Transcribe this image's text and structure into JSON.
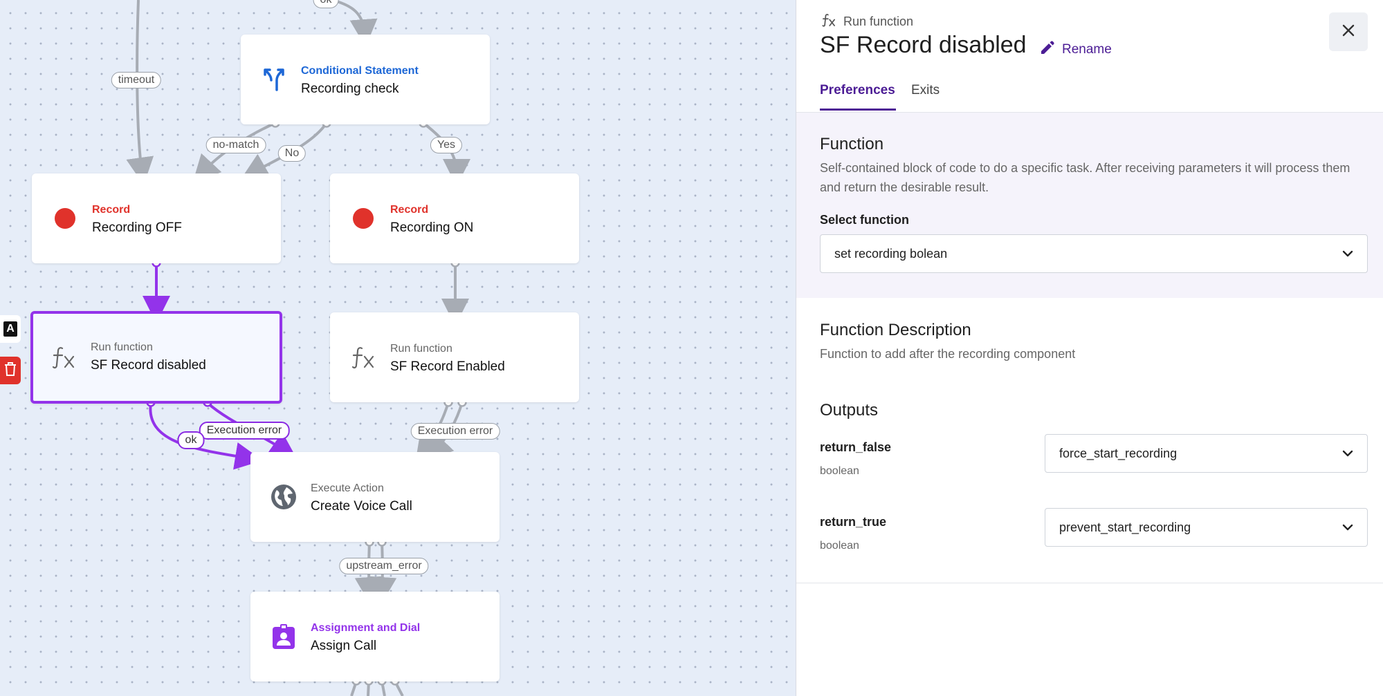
{
  "canvas": {
    "edge_labels": {
      "ok_top": "ok",
      "timeout": "timeout",
      "no_match": "no-match",
      "no": "No",
      "yes": "Yes",
      "exec_error_left": "Execution error",
      "ok_left": "ok",
      "exec_error_right": "Execution error",
      "upstream_error": "upstream_error"
    },
    "nodes": {
      "conditional": {
        "kind": "Conditional Statement",
        "title": "Recording check",
        "icon": "branch-icon"
      },
      "record_off": {
        "kind": "Record",
        "title": "Recording OFF",
        "icon": "record-dot-icon"
      },
      "record_on": {
        "kind": "Record",
        "title": "Recording ON",
        "icon": "record-dot-icon"
      },
      "run_disabled": {
        "kind": "Run function",
        "title": "SF Record disabled",
        "icon": "function-icon"
      },
      "run_enabled": {
        "kind": "Run function",
        "title": "SF Record Enabled",
        "icon": "function-icon"
      },
      "execute_action": {
        "kind": "Execute Action",
        "title": "Create Voice Call",
        "icon": "globe-icon"
      },
      "assignment": {
        "kind": "Assignment and Dial",
        "title": "Assign Call",
        "icon": "contact-badge-icon"
      }
    },
    "side_tools": {
      "text_glyph": "A"
    },
    "colors": {
      "selected": "#9333ea",
      "edge": "#a7acb4",
      "record": "#e0322b",
      "conditional": "#1d67d6"
    }
  },
  "panel": {
    "kind": "Run function",
    "title": "SF Record disabled",
    "rename_label": "Rename",
    "tabs": [
      {
        "label": "Preferences",
        "active": true
      },
      {
        "label": "Exits",
        "active": false
      }
    ],
    "function_section": {
      "heading": "Function",
      "description": "Self-contained block of code to do a specific task. After receiving parameters it will process them and return the desirable result.",
      "select_label": "Select function",
      "selected_value": "set recording bolean"
    },
    "description_section": {
      "heading": "Function Description",
      "text": "Function to add after the recording component"
    },
    "outputs_section": {
      "heading": "Outputs",
      "items": [
        {
          "name": "return_false",
          "type": "boolean",
          "value": "force_start_recording"
        },
        {
          "name": "return_true",
          "type": "boolean",
          "value": "prevent_start_recording"
        }
      ]
    },
    "accent": "#4c1d95"
  }
}
